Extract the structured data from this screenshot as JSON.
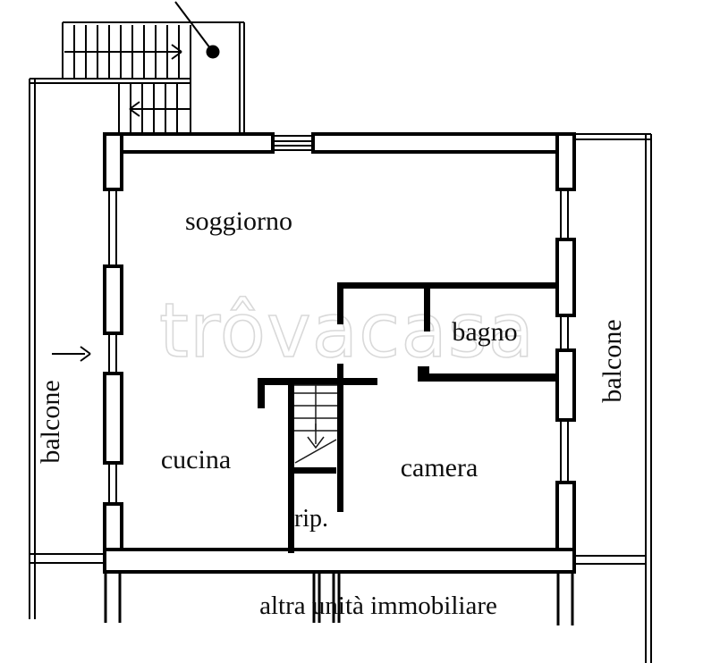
{
  "plan": {
    "labels": {
      "soggiorno": "soggiorno",
      "bagno": "bagno",
      "cucina": "cucina",
      "camera": "camera",
      "rip": "rip.",
      "altra_unita": "altra unità immobiliare",
      "balcone_left": "balcone",
      "balcone_right": "balcone"
    },
    "watermark": "trôvacasa",
    "colors": {
      "line": "#000000",
      "background": "#ffffff",
      "watermark_outline": "#d9d9d9"
    },
    "icons": {
      "upper_flight_arrow": "arrow-right",
      "lower_flight_arrow": "arrow-left",
      "entry_point_marker": "filled-dot",
      "balcony_entry_arrow": "arrow-right",
      "internal_stair_arrow": "arrow-down"
    }
  }
}
